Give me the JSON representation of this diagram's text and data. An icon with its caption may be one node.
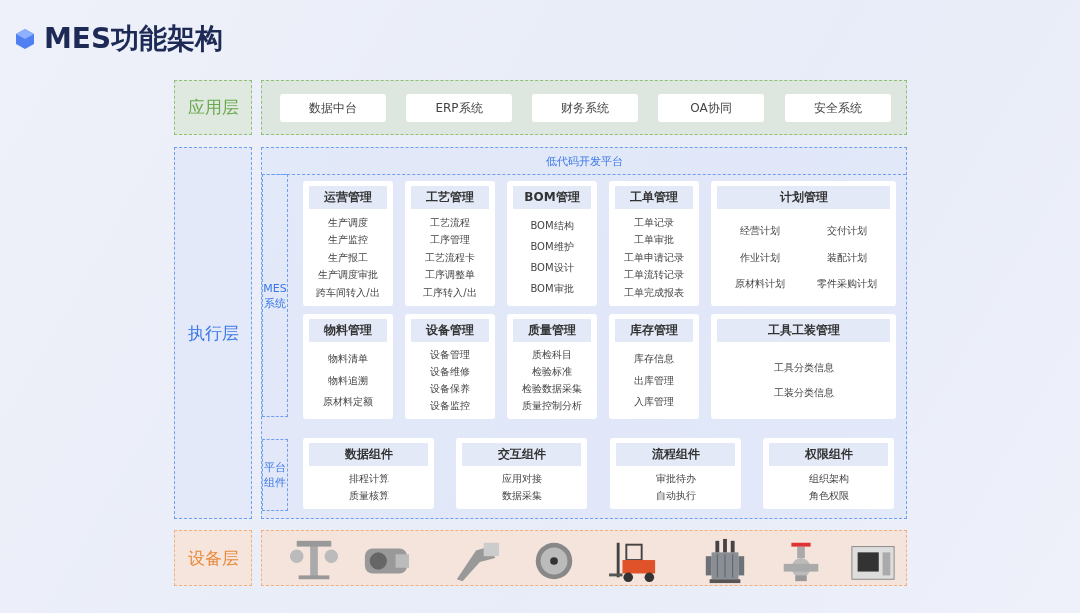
{
  "diagram": {
    "title": "MES功能架构",
    "nodes": [
      {
        "text": [
          "应用层"
        ]
      },
      {
        "text": [],
        "shape": "box"
      },
      {
        "text": [
          "数据中台"
        ],
        "in": 1
      },
      {
        "text": [
          "ERP系统"
        ],
        "in": 1
      },
      {
        "text": [
          "财务系统"
        ],
        "in": 1
      },
      {
        "text": [
          "OA协同"
        ],
        "in": 1
      },
      {
        "text": [
          "安全系统"
        ],
        "in": 1
      },
      {
        "text": [
          "执行层"
        ]
      },
      {
        "text": [
          "低代码开发平台"
        ]
      },
      {
        "text": [
          "MES系统"
        ],
        "in": 8
      },
      {
        "text": [
          "运营管理",
          "生产调度",
          "生产监控",
          "生产报工",
          "生产调度审批",
          "跨车间转入/出"
        ],
        "in": 8
      },
      {
        "text": [
          "工艺管理",
          "工艺流程",
          "工序管理",
          "工艺流程卡",
          "工序调整单",
          "工序转入/出"
        ],
        "in": 8
      },
      {
        "text": [
          "BOM管理",
          "BOM结构",
          "BOM维护",
          "BOM设计",
          "BOM审批"
        ],
        "in": 8
      },
      {
        "text": [
          "工单管理",
          "工单记录",
          "工单审批",
          "工单申请记录",
          "工单流转记录",
          "工单完成报表"
        ],
        "in": 8
      },
      {
        "text": [
          "计划管理",
          "经营计划",
          "交付计划",
          "作业计划",
          "装配计划",
          "原材料计划",
          "零件采购计划"
        ],
        "in": 8
      },
      {
        "text": [
          "物料管理",
          "物料清单",
          "物料追溯",
          "原材料定额"
        ],
        "in": 8
      },
      {
        "text": [
          "设备管理",
          "设备管理",
          "设备维修",
          "设备保养",
          "设备监控"
        ],
        "in": 8
      },
      {
        "text": [
          "质量管理",
          "质检科目",
          "检验标准",
          "检验数据采集",
          "质量控制分析"
        ],
        "in": 8
      },
      {
        "text": [
          "库存管理",
          "库存信息",
          "出库管理",
          "入库管理"
        ],
        "in": 8
      },
      {
        "text": [
          "工具工装管理",
          "工具分类信息",
          "工装分类信息"
        ],
        "in": 8
      },
      {
        "text": [
          "平台组件"
        ],
        "in": 8
      },
      {
        "text": [
          "数据组件",
          "排程计算",
          "质量核算"
        ],
        "in": 8
      },
      {
        "text": [
          "交互组件",
          "应用对接",
          "数据采集"
        ],
        "in": 8
      },
      {
        "text": [
          "流程组件",
          "审批待办",
          "自动执行"
        ],
        "in": 8
      },
      {
        "text": [
          "权限组件",
          "组织架构",
          "角色权限"
        ],
        "in": 8
      },
      {
        "text": [
          "设备层"
        ]
      },
      {
        "text": [],
        "shape": "box"
      },
      {
        "text": [],
        "shape": "picture",
        "in": 26
      },
      {
        "text": [],
        "shape": "picture",
        "in": 26
      },
      {
        "text": [],
        "shape": "picture",
        "in": 26
      },
      {
        "text": [],
        "shape": "picture",
        "in": 26
      },
      {
        "text": [],
        "shape": "picture",
        "in": 26
      },
      {
        "text": [],
        "shape": "picture",
        "in": 26
      },
      {
        "text": [],
        "shape": "picture",
        "in": 26
      },
      {
        "text": [],
        "shape": "picture",
        "in": 26
      }
    ],
    "edges": []
  }
}
